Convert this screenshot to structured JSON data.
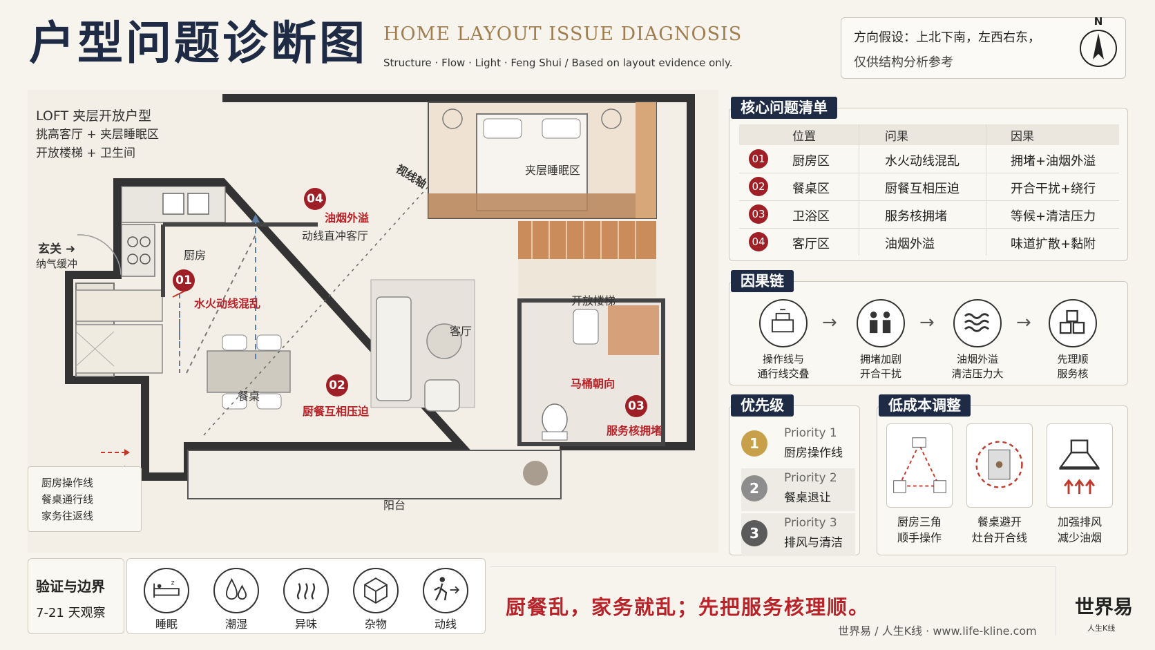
{
  "header": {
    "title": "户型问题诊断图",
    "en_title": "HOME LAYOUT ISSUE DIAGNOSIS",
    "en_subtitle": "Structure · Flow · Light · Feng Shui / Based on layout evidence only.",
    "orientation_line1": "方向假设：上北下南，左西右东，",
    "orientation_line2": "仅供结构分析参考",
    "compass_n": "N"
  },
  "plan": {
    "info": [
      "LOFT 夹层开放户型",
      "挑高客厅 + 夹层睡眠区",
      "开放楼梯 + 卫生间"
    ],
    "entrance": "玄关 ➜",
    "entrance_note": "纳气缓冲",
    "rooms": {
      "kitchen": "厨房",
      "bedroom": "夹层睡眠区",
      "stairs": "开放楼梯",
      "living": "客厅",
      "dining": "餐桌",
      "balcony": "阳台",
      "sightline": "视线轴"
    },
    "markers": [
      {
        "num": "01",
        "label": "水火动线混乱"
      },
      {
        "num": "02",
        "label": "厨餐互相压迫"
      },
      {
        "num": "03",
        "label": "服务核拥堵",
        "sub": "马桶朝向"
      },
      {
        "num": "04",
        "label": "油烟外溢",
        "sub": "动线直冲客厅"
      }
    ],
    "legend": [
      {
        "label": "厨房操作线",
        "color": "#c0392b"
      },
      {
        "label": "餐桌通行线",
        "color": "#5b7fa6"
      },
      {
        "label": "家务往返线",
        "color": "#777777"
      }
    ]
  },
  "issues": {
    "tag": "核心问题清单",
    "headers": [
      "位置",
      "问果",
      "因果"
    ],
    "rows": [
      {
        "num": "01",
        "loc": "厨房区",
        "effect": "水火动线混乱",
        "cause": "拥堵+油烟外溢"
      },
      {
        "num": "02",
        "loc": "餐桌区",
        "effect": "厨餐互相压迫",
        "cause": "开合干扰+绕行"
      },
      {
        "num": "03",
        "loc": "卫浴区",
        "effect": "服务核拥堵",
        "cause": "等候+清洁压力"
      },
      {
        "num": "04",
        "loc": "客厅区",
        "effect": "油烟外溢",
        "cause": "味道扩散+黏附"
      }
    ]
  },
  "chain": {
    "tag": "因果链",
    "items": [
      {
        "icon": "stove-icon",
        "l1": "操作线与",
        "l2": "通行线交叠"
      },
      {
        "icon": "people-icon",
        "l1": "拥堵加剧",
        "l2": "开合干扰"
      },
      {
        "icon": "smoke-icon",
        "l1": "油烟外溢",
        "l2": "清洁压力大"
      },
      {
        "icon": "boxes-icon",
        "l1": "先理顺",
        "l2": "服务核"
      }
    ],
    "arrow": "→"
  },
  "priority": {
    "tag": "优先级",
    "items": [
      {
        "rank": "1",
        "en": "Priority 1",
        "cn": "厨房操作线",
        "color": "#c9a04a"
      },
      {
        "rank": "2",
        "en": "Priority 2",
        "cn": "餐桌退让",
        "color": "#8d8d8d"
      },
      {
        "rank": "3",
        "en": "Priority 3",
        "cn": "排风与清洁",
        "color": "#5b5b5b"
      }
    ]
  },
  "adjust": {
    "tag": "低成本调整",
    "items": [
      {
        "icon": "triangle-icon",
        "l1": "厨房三角",
        "l2": "顺手操作"
      },
      {
        "icon": "table-icon",
        "l1": "餐桌避开",
        "l2": "灶台开合线"
      },
      {
        "icon": "hood-icon",
        "l1": "加强排风",
        "l2": "减少油烟"
      }
    ]
  },
  "verify": {
    "title": "验证与边界",
    "days": "7-21 天观察",
    "items": [
      {
        "icon": "sleep-icon",
        "label": "睡眠"
      },
      {
        "icon": "humidity-icon",
        "label": "潮湿"
      },
      {
        "icon": "odor-icon",
        "label": "异味"
      },
      {
        "icon": "clutter-icon",
        "label": "杂物"
      },
      {
        "icon": "walk-icon",
        "label": "动线"
      }
    ]
  },
  "slogan": "厨餐乱，家务就乱；先把服务核理顺。",
  "footer": "世界易 / 人生K线 · www.life-kline.com",
  "logo": {
    "main": "世界易",
    "sub": "人生K线"
  }
}
